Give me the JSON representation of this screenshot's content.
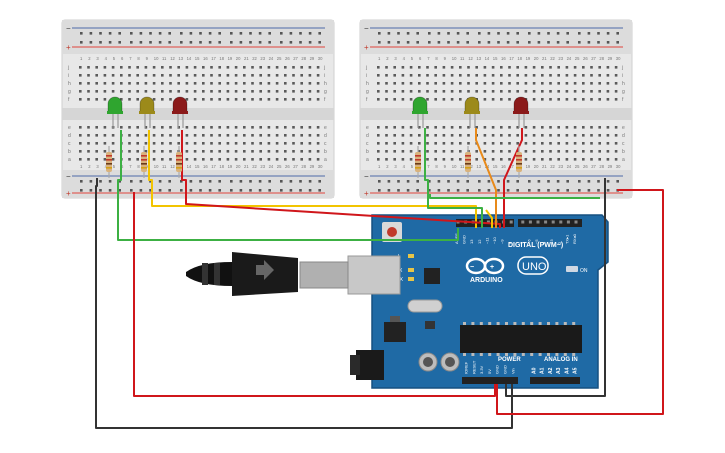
{
  "arduino": {
    "logo_text": "ARDUINO",
    "model": "UNO",
    "digital_header_label": "DIGITAL (PWM~)",
    "power_label": "POWER",
    "analog_label": "ANALOG IN",
    "on_label": "ON",
    "l_label": "L",
    "tx_label": "TX",
    "rx_label": "RX",
    "pin_labels_top": [
      "AREF",
      "GND",
      "13",
      "12",
      "~11",
      "~10",
      "~9",
      "8",
      "7",
      "~6",
      "~5",
      "4",
      "~3",
      "2",
      "TX▸1",
      "RX◂0"
    ],
    "pin_labels_power": [
      "IOREF",
      "RESET",
      "3.3V",
      "5V",
      "GND",
      "GND",
      "Vin"
    ],
    "pin_labels_analog": [
      "A0",
      "A1",
      "A2",
      "A3",
      "A4",
      "A5"
    ]
  },
  "breadboards": [
    {
      "id": "left",
      "column_numbers": [
        "1",
        "2",
        "3",
        "4",
        "5",
        "6",
        "7",
        "8",
        "9",
        "10",
        "11",
        "12",
        "13",
        "14",
        "15",
        "16",
        "17",
        "18",
        "19",
        "20",
        "21",
        "22",
        "23",
        "24",
        "25",
        "26",
        "27",
        "28",
        "29",
        "30"
      ],
      "row_letters_top": [
        "j",
        "i",
        "h",
        "g",
        "f"
      ],
      "row_letters_bottom": [
        "e",
        "d",
        "c",
        "b",
        "a"
      ],
      "leds": [
        {
          "color_name": "green",
          "color": "#2fa52f"
        },
        {
          "color_name": "yellow",
          "color": "#9c8a1a"
        },
        {
          "color_name": "red",
          "color": "#8b1a1a"
        }
      ]
    },
    {
      "id": "right",
      "column_numbers": [
        "1",
        "2",
        "3",
        "4",
        "5",
        "6",
        "7",
        "8",
        "9",
        "10",
        "11",
        "12",
        "13",
        "14",
        "15",
        "16",
        "17",
        "18",
        "19",
        "20",
        "21",
        "22",
        "23",
        "24",
        "25",
        "26",
        "27",
        "28",
        "29",
        "30"
      ],
      "row_letters_top": [
        "j",
        "i",
        "h",
        "g",
        "f"
      ],
      "row_letters_bottom": [
        "e",
        "d",
        "c",
        "b",
        "a"
      ],
      "leds": [
        {
          "color_name": "green",
          "color": "#2fa52f"
        },
        {
          "color_name": "yellow",
          "color": "#9c8a1a"
        },
        {
          "color_name": "red",
          "color": "#8b1a1a"
        }
      ]
    }
  ],
  "wire_colors": {
    "green": "#3cb043",
    "yellow": "#f2c400",
    "red": "#d0161b",
    "orange": "#e88a1a",
    "black": "#333333"
  },
  "colors": {
    "arduino_board": "#1f6aa5",
    "arduino_dark": "#175080",
    "breadboard": "#e6e6e6",
    "rail_red": "#e0443c",
    "rail_blue": "#4e6aa8"
  }
}
